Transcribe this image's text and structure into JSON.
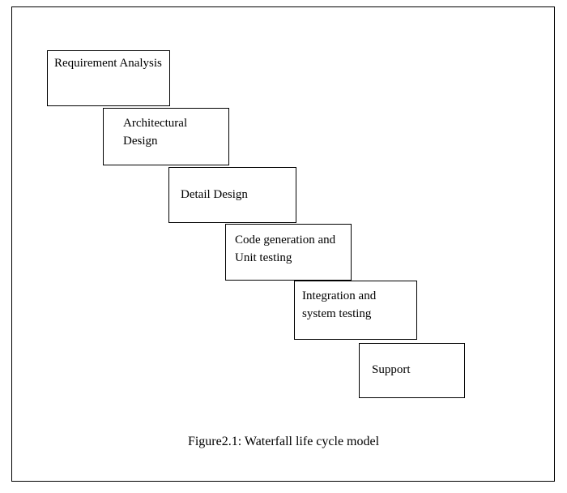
{
  "diagram": {
    "title": "Waterfall life cycle model diagram",
    "boxes": [
      {
        "label": "Requirement Analysis"
      },
      {
        "label": "Architectural Design"
      },
      {
        "label": "Detail Design"
      },
      {
        "label": "Code generation and Unit testing"
      },
      {
        "label": "Integration and system testing"
      },
      {
        "label": "Support"
      }
    ],
    "caption": "Figure2.1: Waterfall life cycle model",
    "colors": {
      "background": "#ffffff",
      "border": "#000000",
      "text": "#000000"
    }
  }
}
